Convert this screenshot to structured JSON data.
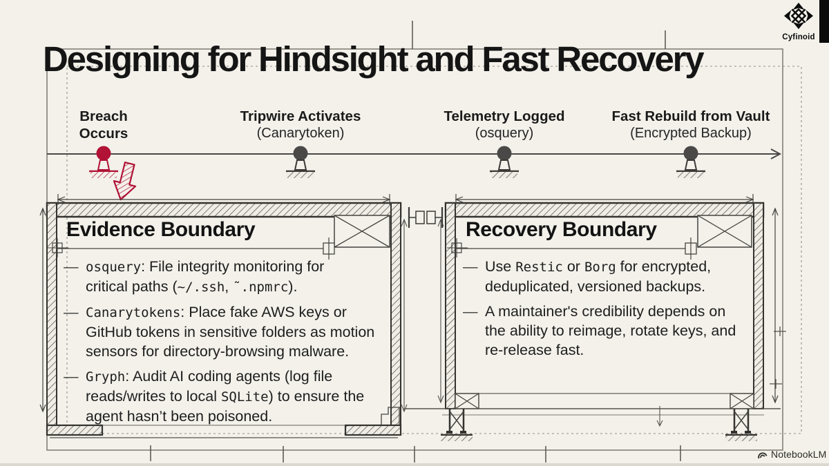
{
  "meta": {
    "background": "#f3f1ea",
    "ink": "#1d1d1d",
    "accent_red": "#b11236",
    "marker_gray": "#4b4947",
    "line_color": "#45433f"
  },
  "title": "Designing for Hindsight and Fast Recovery",
  "brand": {
    "name": "Cyfinoid"
  },
  "footer": {
    "app": "NotebookLM"
  },
  "timeline": {
    "events": [
      {
        "line1": "Breach",
        "line2": "Occurs",
        "emphasis": "red"
      },
      {
        "line1": "Tripwire Activates",
        "line2": "(Canarytoken)",
        "emphasis": "gray"
      },
      {
        "line1": "Telemetry Logged",
        "line2": "(osquery)",
        "emphasis": "gray"
      },
      {
        "line1": "Fast Rebuild from Vault",
        "line2": "(Encrypted Backup)",
        "emphasis": "gray"
      }
    ]
  },
  "boxes": [
    {
      "title": "Evidence Boundary",
      "bullets": [
        [
          "`osquery`: File integrity monitoring for",
          "critical paths (`~/.ssh`, `˜.npmrc`)."
        ],
        [
          "`Canarytokens`: Place fake AWS keys or",
          "GitHub tokens in sensitive folders as motion",
          "sensors for directory-browsing malware."
        ],
        [
          "`Gryph`: Audit AI coding agents (log file",
          "reads/writes to local `SQLite`) to ensure the",
          "agent hasn’t been poisoned."
        ]
      ]
    },
    {
      "title": "Recovery Boundary",
      "bullets": [
        [
          "Use `Restic` or `Borg` for encrypted,",
          "deduplicated, versioned backups."
        ],
        [
          "A maintainer's credibility depends on",
          "the ability to reimage, rotate keys, and",
          "re-release fast."
        ]
      ]
    }
  ]
}
